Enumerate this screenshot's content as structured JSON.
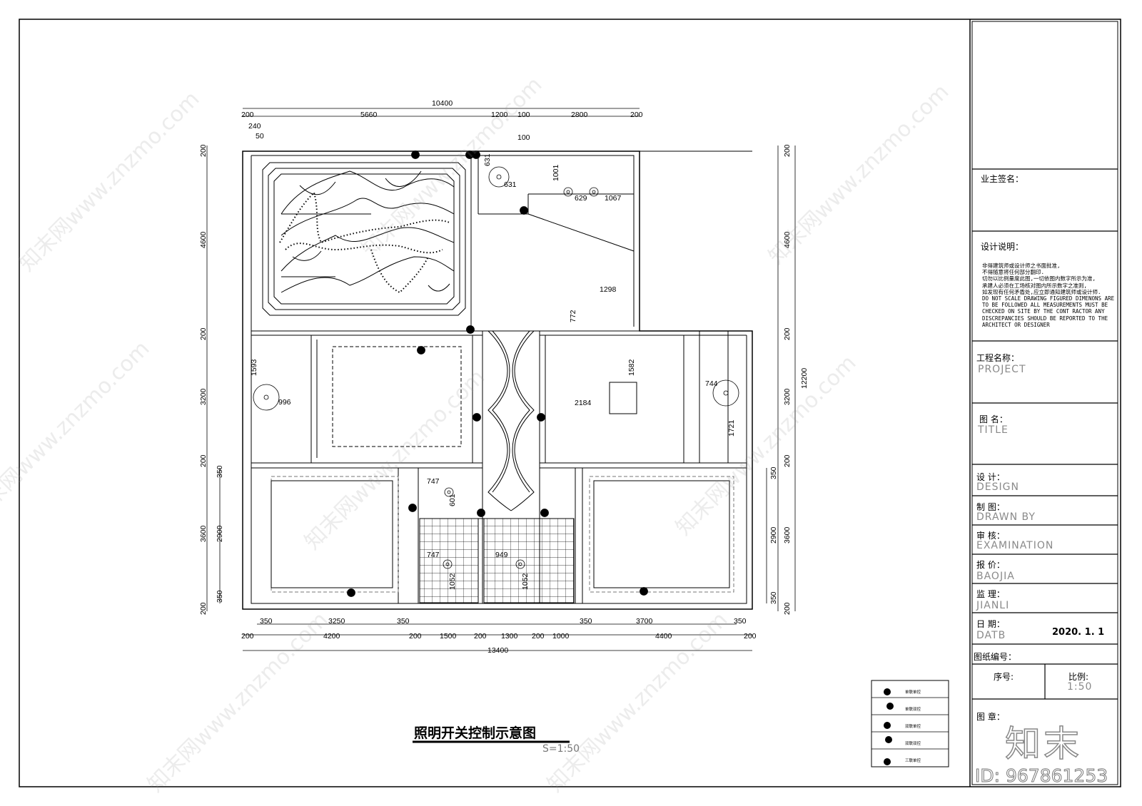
{
  "drawing": {
    "title": "照明开关控制示意图",
    "scale": "S=1:50"
  },
  "dimensions": {
    "top": [
      "10400",
      "200",
      "5660",
      "1200",
      "100",
      "2800",
      "200",
      "240",
      "50",
      "100"
    ],
    "room_marks": [
      "631",
      "631",
      "1001",
      "629",
      "1067",
      "1298",
      "772",
      "1593",
      "996",
      "1582",
      "2184",
      "744",
      "1721",
      "747",
      "601",
      "747",
      "949",
      "1052",
      "1052"
    ],
    "left_side": [
      "200",
      "4600",
      "200",
      "3200",
      "200",
      "350",
      "2900",
      "3600",
      "350",
      "200"
    ],
    "right_side": [
      "200",
      "4600",
      "200",
      "12200",
      "3200",
      "200",
      "350",
      "2900",
      "3600",
      "350",
      "200"
    ],
    "bottom": [
      "350",
      "3250",
      "350",
      "350",
      "3700",
      "350",
      "200",
      "4200",
      "200",
      "1500",
      "200",
      "1300",
      "200",
      "1000",
      "4400",
      "200",
      "13400"
    ]
  },
  "legend": {
    "items": [
      "单联单控",
      "单联双控",
      "双联单控",
      "双联双控",
      "三联单控"
    ]
  },
  "title_block": {
    "owner_sign_label": "业主签名：",
    "design_notes_label": "设计说明：",
    "design_notes_lines": [
      "非得建筑师或设计师之书面批准,",
      "不得随意将任何部分翻印.",
      "切勿以比例量度此图,一切依图内数字所示为准,",
      "承建人必须在工场核对图内所示数字之准则,",
      "如发现有任何矛盾处,应立即通知建筑师或设计师.",
      "DO NOT SCALE DRAWING FIGURED DIMENONS ARE",
      "TO BE FOLLOWED ALL MEASUREMENTS MUST BE",
      "CHECKED ON SITE BY THE CONT RACTOR ANY",
      "DISCREPANCIES SHOULD BE REPORTED TO THE",
      "ARCHITECT OR DESIGNER"
    ],
    "project_label": "工程名称：",
    "project_value": "PROJECT",
    "title_label": "图 名：",
    "title_value": "TITLE",
    "design_label": "设 计：",
    "design_value": "DESIGN",
    "drawn_label": "制 图：",
    "drawn_value": "DRAWN BY",
    "exam_label": "审 核：",
    "exam_value": "EXAMINATION",
    "quote_label": "报 价：",
    "quote_value": "BAOJIA",
    "supervise_label": "监 理：",
    "supervise_value": "JIANLI",
    "date_label": "日 期：",
    "date_value": "DATB",
    "date": "2020. 1. 1",
    "drawing_no_label": "图纸编号：",
    "seq_label": "序号:",
    "ratio_label": "比例:",
    "ratio_value": "1:50",
    "stamp_label": "图 章：",
    "stamp_mark": "知末",
    "id_text": "ID: 967861253"
  },
  "watermark": "知末网www.znzmo.com"
}
